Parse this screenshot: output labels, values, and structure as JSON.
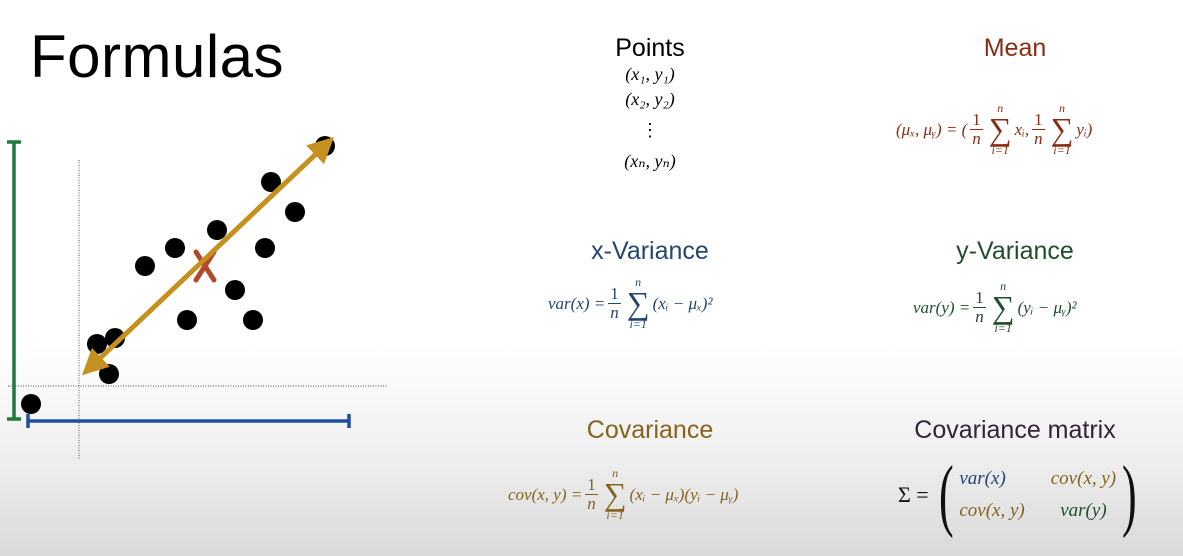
{
  "title": "Formulas",
  "colors": {
    "points": "#000000",
    "mean": "#8b2c14",
    "x_variance": "#24466e",
    "y_variance": "#1f4e2a",
    "covariance": "#86631d",
    "covariance_matrix": "#35223a",
    "arrow": "#c4911f",
    "mean_marker": "#b04a2a",
    "x_range_bar": "#1f4e9e",
    "y_range_bar": "#1e7a3a"
  },
  "sections": {
    "points": {
      "heading": "Points",
      "items": [
        "(x₁, y₁)",
        "(x₂, y₂)",
        "⋮",
        "(xₙ, yₙ)"
      ]
    },
    "mean": {
      "heading": "Mean",
      "lhs": "(μₓ, μᵧ) = (",
      "frac_num": "1",
      "frac_den": "n",
      "sum_upper": "n",
      "sum_lower": "i=1",
      "term1": "xᵢ,",
      "term2": "yᵢ)"
    },
    "x_variance": {
      "heading": "x-Variance",
      "lhs": "var(x) =",
      "frac_num": "1",
      "frac_den": "n",
      "sum_upper": "n",
      "sum_lower": "i=1",
      "term": "(xᵢ − μₓ)²"
    },
    "y_variance": {
      "heading": "y-Variance",
      "lhs": "var(y) =",
      "frac_num": "1",
      "frac_den": "n",
      "sum_upper": "n",
      "sum_lower": "i=1",
      "term": "(yᵢ − μᵧ)²"
    },
    "covariance": {
      "heading": "Covariance",
      "lhs": "cov(x, y) =",
      "frac_num": "1",
      "frac_den": "n",
      "sum_upper": "n",
      "sum_lower": "i=1",
      "term": "(xᵢ − μₓ)(yᵢ − μᵧ)"
    },
    "covariance_matrix": {
      "heading": "Covariance matrix",
      "lhs": "Σ =",
      "m11": "var(x)",
      "m12": "cov(x, y)",
      "m21": "cov(x, y)",
      "m22": "var(y)"
    }
  },
  "scatter": {
    "points": [
      [
        -0.8,
        -0.3
      ],
      [
        0.3,
        0.7
      ],
      [
        0.5,
        0.2
      ],
      [
        0.6,
        0.8
      ],
      [
        1.1,
        2.0
      ],
      [
        1.6,
        2.3
      ],
      [
        1.8,
        1.1
      ],
      [
        2.3,
        2.6
      ],
      [
        2.6,
        1.6
      ],
      [
        2.9,
        1.1
      ],
      [
        3.1,
        2.3
      ],
      [
        3.2,
        3.4
      ],
      [
        3.6,
        2.9
      ],
      [
        4.1,
        4.0
      ]
    ],
    "mean": [
      2.1,
      2.0
    ],
    "arrow_start": [
      0.05,
      0.18
    ],
    "arrow_end": [
      4.25,
      4.15
    ]
  }
}
